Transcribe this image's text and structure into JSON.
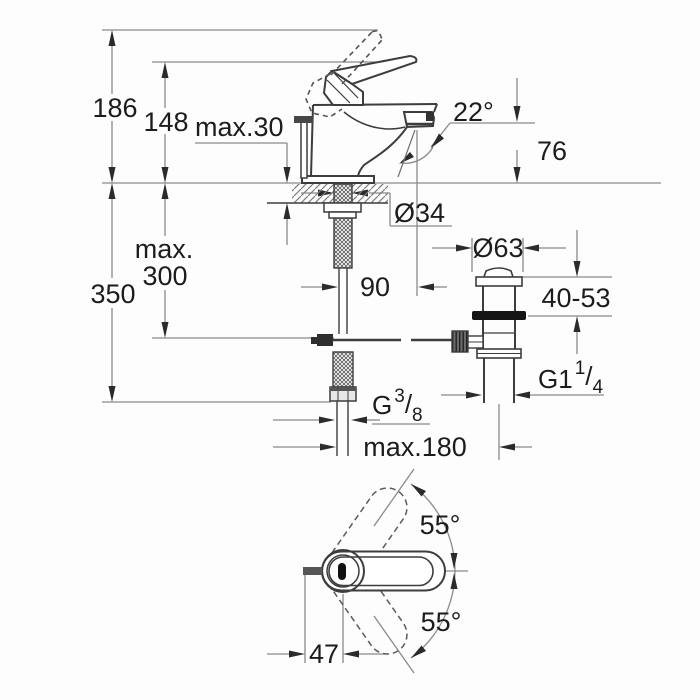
{
  "colors": {
    "background": "#fdfdfd",
    "object_line": "#3d3d3d",
    "dim_line": "#8a8a8a",
    "arrow": "#2b2b2b",
    "text": "#1c1c1c",
    "dark_fill": "#161616"
  },
  "side_view": {
    "labels": {
      "height_total": "186",
      "height_to_lever": "148",
      "deck_thickness_max": "max.30",
      "spout_angle": "22°",
      "spout_outlet_height": "76",
      "mounting_hole_dia": "Ø34",
      "waste_cap_dia": "Ø63",
      "rod_length_max_line1": "max.",
      "rod_length_max_line2": "300",
      "hose_length": "350",
      "spout_projection": "90",
      "waste_clamp_range": "40-53",
      "waste_thread": {
        "base": "G1",
        "sup": "1",
        "slash": "/",
        "sub": "4"
      },
      "hose_thread": {
        "base": "G",
        "sup": "3",
        "slash": "/",
        "sub": "8"
      },
      "offset_max": "max.180"
    }
  },
  "top_view": {
    "labels": {
      "swivel_angle_upper": "55°",
      "swivel_angle_lower": "55°",
      "handle_offset": "47"
    }
  }
}
